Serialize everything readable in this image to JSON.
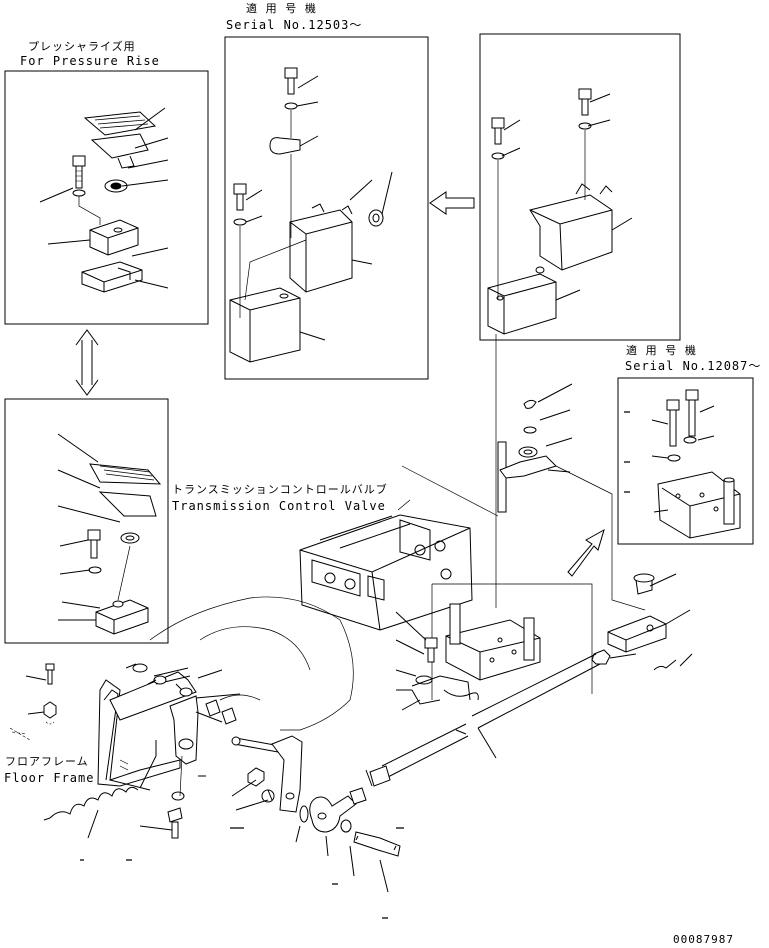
{
  "inset_pressure_rise": {
    "label_jp": "プレッシャライズ用",
    "label_en": "For Pressure Rise"
  },
  "inset_serial_12503": {
    "label_jp": "適 用 号 機",
    "label_en": "Serial No.12503～"
  },
  "inset_serial_12087": {
    "label_jp": "適 用 号 機",
    "label_en": "Serial No.12087～"
  },
  "transmission_valve": {
    "label_jp": "トランスミッションコントロールバルブ",
    "label_en": "Transmission Control Valve"
  },
  "floor_frame": {
    "label_jp": "フロアフレーム",
    "label_en": "Floor Frame"
  },
  "drawing_number": "00087987"
}
